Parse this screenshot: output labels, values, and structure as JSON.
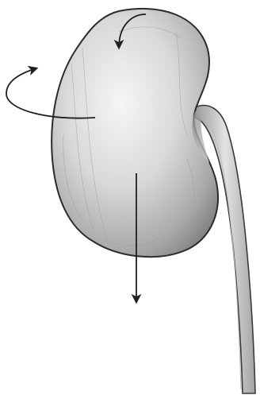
{
  "figure": {
    "subject": "kidney-with-ureter",
    "style": "grayscale pencil illustration",
    "colors": {
      "background": "#ffffff",
      "outline": "#2b2b2b",
      "shade_light": "#f4f4f4",
      "shade_mid": "#bdbdbd",
      "shade_dark": "#777777",
      "arrow": "#1f1f1f"
    },
    "arrows": [
      {
        "name": "superior-pole-rotation-arrow",
        "kind": "curved"
      },
      {
        "name": "lateral-rotation-arrow",
        "kind": "curved"
      },
      {
        "name": "inferior-displacement-arrow",
        "kind": "straight"
      }
    ]
  }
}
